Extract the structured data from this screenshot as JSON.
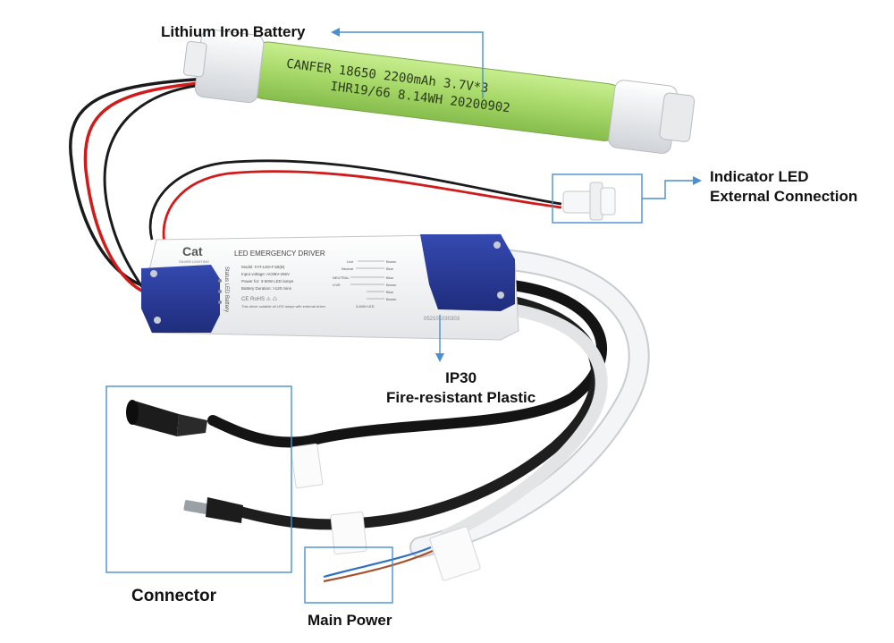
{
  "callouts": {
    "battery": "Lithium Iron Battery",
    "indicator_line1": "Indicator LED",
    "indicator_line2": "External Connection",
    "ip_line1": "IP30",
    "ip_line2": "Fire-resistant Plastic",
    "connector": "Connector",
    "main_power": "Main Power"
  },
  "battery_print": {
    "line1": "CANFER  18650  2200mAh  3.7V*3",
    "line2": "IHR19/66 8.14WH 20200902"
  },
  "driver_label": {
    "brand": "Cat",
    "brand_sub": "SILVER LIGHTING",
    "side_text": "Status LED Battery",
    "title": "LED EMERGENCY DRIVER",
    "specs": [
      "Model: FAT-LED-F1B(B)",
      "Input voltage: AC85V-265V",
      "Power for: 3-60W LED lamps",
      "Battery Duration: >120 mins",
      "This driver suitable all LED lamps with external driver"
    ],
    "wiring": [
      "Live",
      "Neutral",
      "NEUTRAL",
      "LIVE",
      "Brown",
      "Blue",
      "Blue",
      "Brown",
      "Blue",
      "Brown"
    ],
    "wiring_note": "3-60W LED",
    "serial": "052101030303"
  },
  "colors": {
    "callout_line": "#4a8fd0",
    "battery": "#a9d96c",
    "driver_cap": "#2c3d9c",
    "driver_body": "#f3f4f6"
  }
}
